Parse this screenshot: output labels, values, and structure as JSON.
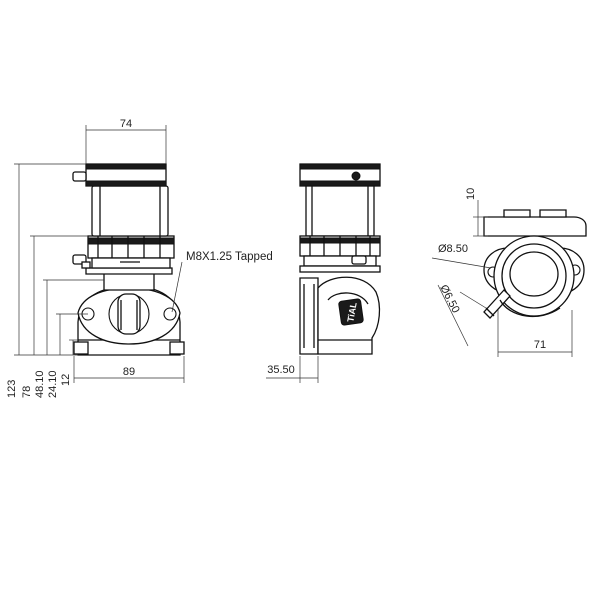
{
  "dimensions": {
    "front_width": "74",
    "flange_width": "89",
    "side_offset": "35.50",
    "top_flange_width": "71",
    "flange_thickness": "10",
    "hole_diameter": "Ø8.50",
    "port_diameter": "Ø6.50",
    "heights": [
      "123",
      "78",
      "48.10",
      "24.10",
      "12"
    ]
  },
  "annotations": {
    "thread_note": "M8X1.25 Tapped"
  },
  "logo": {
    "text": "TiAL"
  }
}
